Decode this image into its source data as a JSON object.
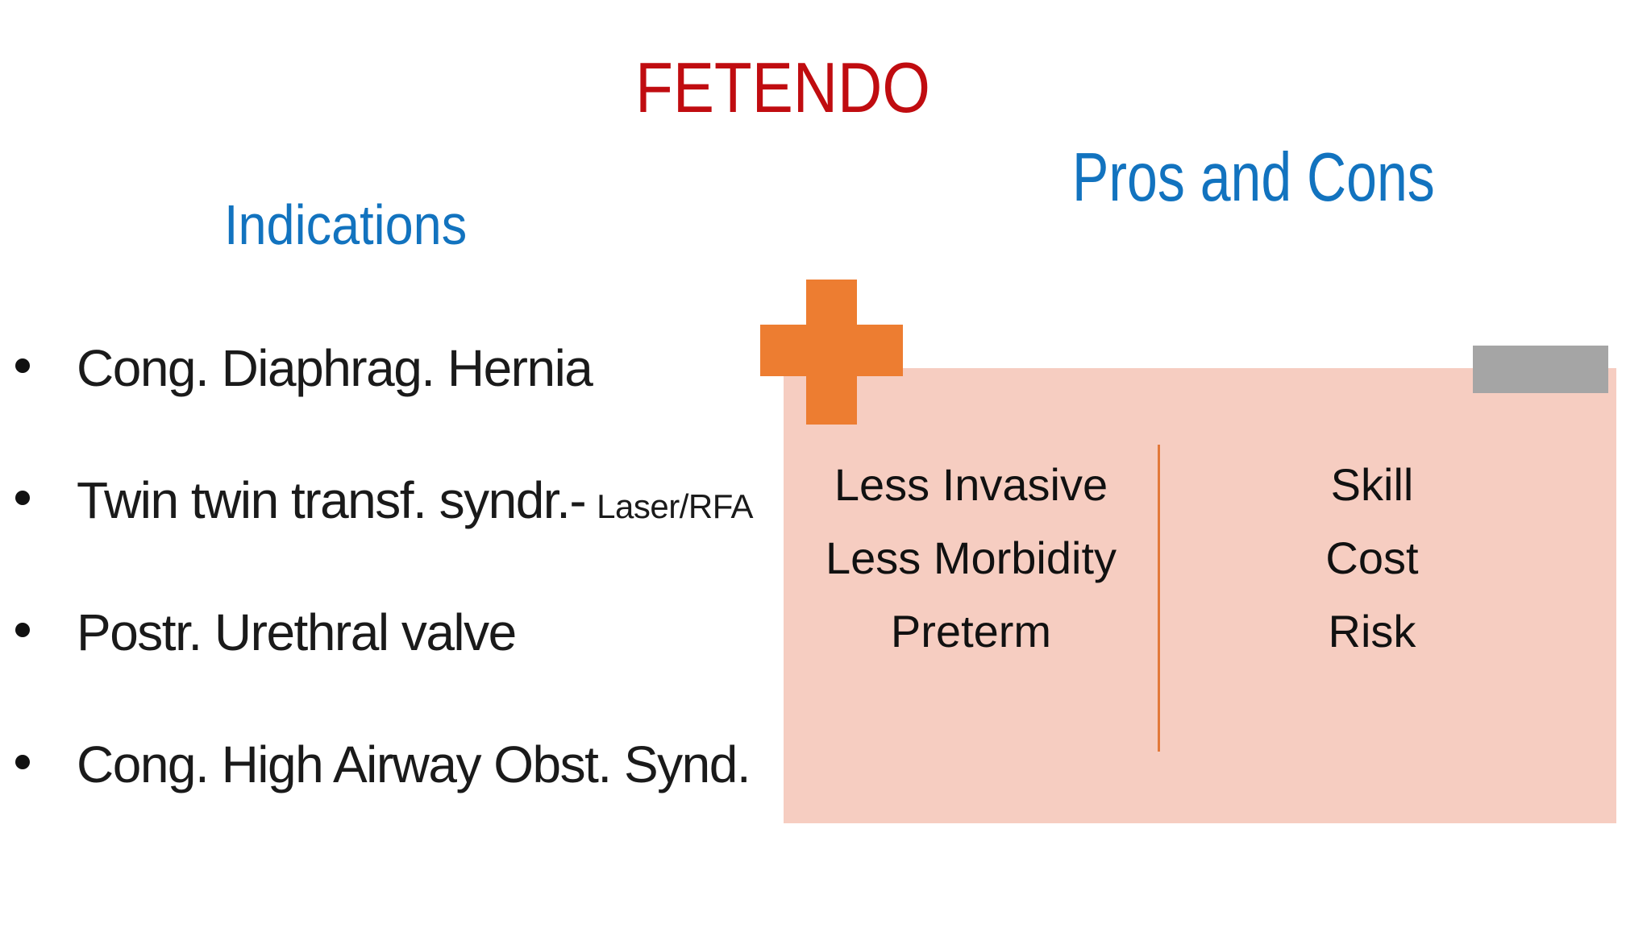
{
  "slide": {
    "title": "FETENDO",
    "indications": {
      "heading": "Indications",
      "bullets": [
        {
          "text": "Cong. Diaphrag. Hernia",
          "suffix": ""
        },
        {
          "text": "Twin twin transf. syndr.-",
          "suffix": "Laser/RFA"
        },
        {
          "text": "Postr. Urethral valve",
          "suffix": ""
        },
        {
          "text": "Cong. High Airway Obst. Synd.",
          "suffix": ""
        }
      ]
    },
    "pros_cons": {
      "heading": "Pros and Cons",
      "pros": [
        "Less Invasive",
        "Less Morbidity",
        "Preterm"
      ],
      "cons": [
        "Skill",
        "Cost",
        "Risk"
      ]
    },
    "icons": {
      "plus": "plus-icon",
      "minus": "minus-icon"
    },
    "colors": {
      "title_red": "#C00C10",
      "heading_blue": "#1273BF",
      "accent_orange": "#ED7D31",
      "divider_orange": "#E2793B",
      "panel_pink": "#F6CDC1",
      "minus_gray": "#A5A5A5",
      "body_text": "#1A1A1A"
    }
  }
}
